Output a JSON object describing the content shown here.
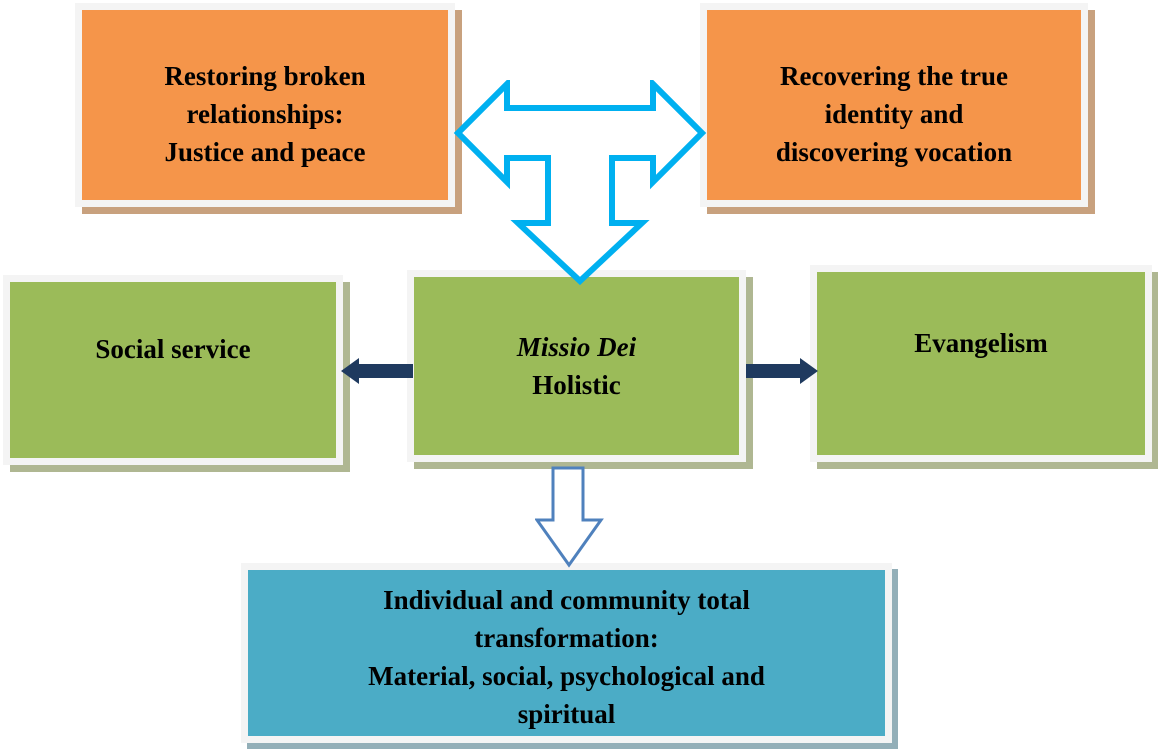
{
  "diagram": {
    "description": "Missio Dei holistic mission flow diagram"
  },
  "boxes": {
    "restoring": {
      "lines": [
        "Restoring broken",
        "relationships:",
        "Justice and peace"
      ]
    },
    "recovering": {
      "lines": [
        "Recovering the true",
        "identity and",
        "discovering vocation"
      ]
    },
    "center": {
      "title_italic": "Missio Dei",
      "subtitle": "Holistic"
    },
    "social": {
      "label": "Social service"
    },
    "evangelism": {
      "label": "Evangelism"
    },
    "transformation": {
      "lines": [
        "Individual and community total",
        "transformation:",
        "Material, social, psychological and",
        "spiritual"
      ]
    }
  },
  "icons": {
    "top_connector": "left-right-down-arrow",
    "left_connector": "block-arrow-left",
    "right_connector": "block-arrow-right",
    "bottom_connector": "outline-arrow-down"
  },
  "colors": {
    "orange_fill": "#f5954a",
    "green_fill": "#9bbb59",
    "teal_fill": "#4bacc6",
    "box_frame": "#f4f4f4",
    "orange_shadow": "#c8a17e",
    "green_shadow": "#afb792",
    "teal_shadow": "#93afb8",
    "navy_arrow": "#1f3a5f",
    "cyan_arrow_stroke": "#00b0f0",
    "down_arrow_stroke": "#4f81bd",
    "text": "#000000"
  }
}
